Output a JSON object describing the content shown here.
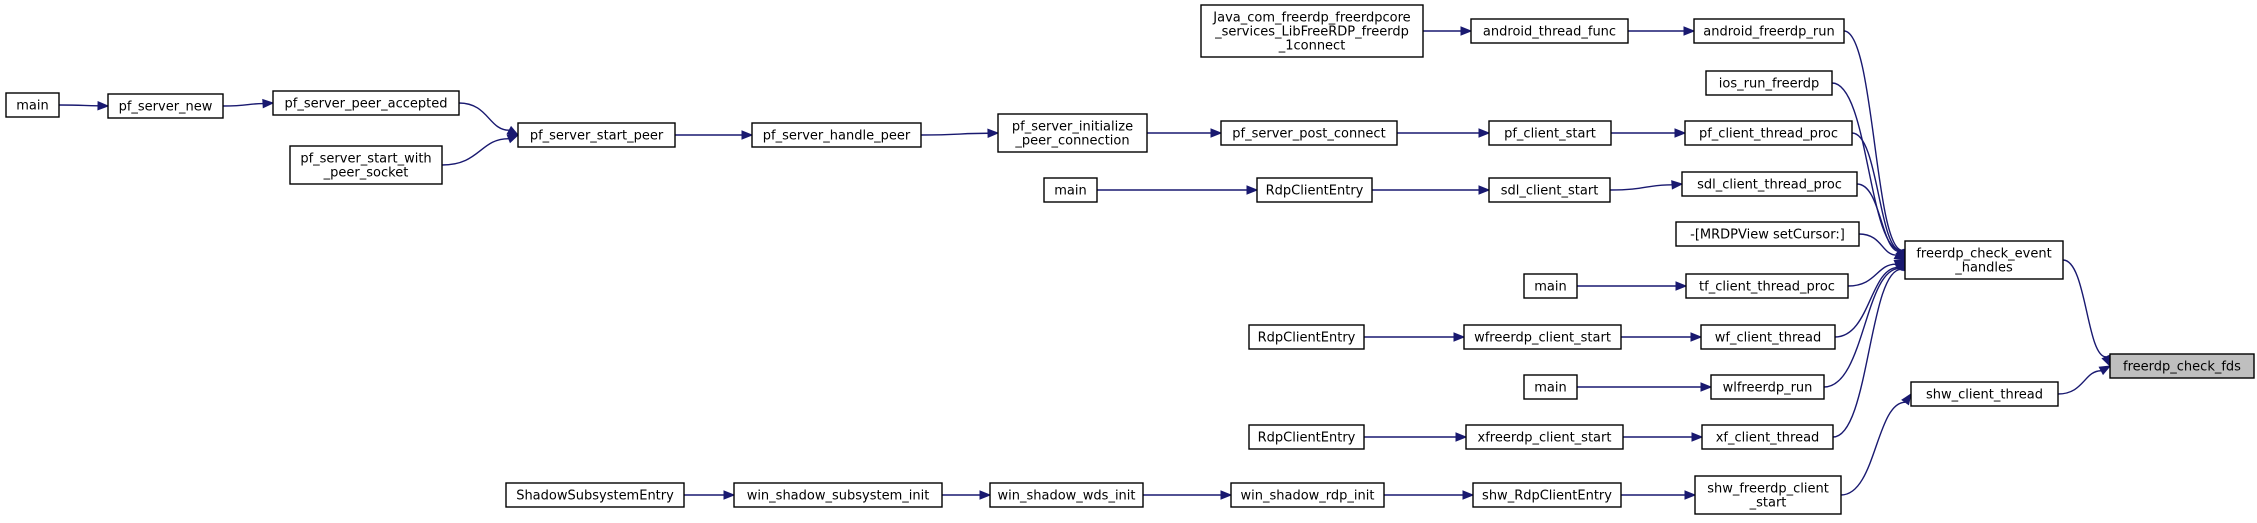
{
  "graph": {
    "title": "",
    "colors": {
      "edge": "#191970",
      "node_border": "#000000",
      "node_fill": "#ffffff",
      "root_fill": "#bfbfbf"
    },
    "nodes": [
      {
        "id": "n_check_fds",
        "label": [
          "freerdp_check_fds"
        ],
        "root": true
      },
      {
        "id": "n_check_event",
        "label": [
          "freerdp_check_event",
          "_handles"
        ]
      },
      {
        "id": "n_shw_client_thread",
        "label": [
          "shw_client_thread"
        ]
      },
      {
        "id": "n_android_run",
        "label": [
          "android_freerdp_run"
        ]
      },
      {
        "id": "n_ios_run",
        "label": [
          "ios_run_freerdp"
        ]
      },
      {
        "id": "n_pf_thread_proc",
        "label": [
          "pf_client_thread_proc"
        ]
      },
      {
        "id": "n_sdl_thread_proc",
        "label": [
          "sdl_client_thread_proc"
        ]
      },
      {
        "id": "n_mrdp_setcursor",
        "label": [
          "-[MRDPView setCursor:]"
        ]
      },
      {
        "id": "n_tf_thread_proc",
        "label": [
          "tf_client_thread_proc"
        ]
      },
      {
        "id": "n_wf_client_thread",
        "label": [
          "wf_client_thread"
        ]
      },
      {
        "id": "n_wlfreerdp_run",
        "label": [
          "wlfreerdp_run"
        ]
      },
      {
        "id": "n_xf_client_thread",
        "label": [
          "xf_client_thread"
        ]
      },
      {
        "id": "n_shw_freerdp_start",
        "label": [
          "shw_freerdp_client",
          "_start"
        ]
      },
      {
        "id": "n_android_thread_func",
        "label": [
          "android_thread_func"
        ]
      },
      {
        "id": "n_java_connect",
        "label": [
          "Java_com_freerdp_freerdpcore",
          "_services_LibFreeRDP_freerdp",
          "_1connect"
        ]
      },
      {
        "id": "n_pf_client_start",
        "label": [
          "pf_client_start"
        ]
      },
      {
        "id": "n_pf_post_connect",
        "label": [
          "pf_server_post_connect"
        ]
      },
      {
        "id": "n_pf_init_peer_conn",
        "label": [
          "pf_server_initialize",
          "_peer_connection"
        ]
      },
      {
        "id": "n_pf_handle_peer",
        "label": [
          "pf_server_handle_peer"
        ]
      },
      {
        "id": "n_pf_start_peer",
        "label": [
          "pf_server_start_peer"
        ]
      },
      {
        "id": "n_pf_peer_accepted",
        "label": [
          "pf_server_peer_accepted"
        ]
      },
      {
        "id": "n_pf_start_with_socket",
        "label": [
          "pf_server_start_with",
          "_peer_socket"
        ]
      },
      {
        "id": "n_pf_server_new",
        "label": [
          "pf_server_new"
        ]
      },
      {
        "id": "n_main_pf",
        "label": [
          "main"
        ]
      },
      {
        "id": "n_sdl_client_start",
        "label": [
          "sdl_client_start"
        ]
      },
      {
        "id": "n_rdp_entry_sdl",
        "label": [
          "RdpClientEntry"
        ]
      },
      {
        "id": "n_main_sdl",
        "label": [
          "main"
        ]
      },
      {
        "id": "n_main_tf",
        "label": [
          "main"
        ]
      },
      {
        "id": "n_wfreerdp_start",
        "label": [
          "wfreerdp_client_start"
        ]
      },
      {
        "id": "n_rdp_entry_wf",
        "label": [
          "RdpClientEntry"
        ]
      },
      {
        "id": "n_main_wl",
        "label": [
          "main"
        ]
      },
      {
        "id": "n_xfreerdp_start",
        "label": [
          "xfreerdp_client_start"
        ]
      },
      {
        "id": "n_rdp_entry_xf",
        "label": [
          "RdpClientEntry"
        ]
      },
      {
        "id": "n_shw_rdp_entry",
        "label": [
          "shw_RdpClientEntry"
        ]
      },
      {
        "id": "n_win_shadow_rdp_init",
        "label": [
          "win_shadow_rdp_init"
        ]
      },
      {
        "id": "n_win_shadow_wds_init",
        "label": [
          "win_shadow_wds_init"
        ]
      },
      {
        "id": "n_win_shadow_subsys_init",
        "label": [
          "win_shadow_subsystem_init"
        ]
      },
      {
        "id": "n_shadow_subsys_entry",
        "label": [
          "ShadowSubsystemEntry"
        ]
      }
    ],
    "edges": [
      {
        "from": "n_check_event",
        "to": "n_check_fds"
      },
      {
        "from": "n_shw_client_thread",
        "to": "n_check_fds"
      },
      {
        "from": "n_android_run",
        "to": "n_check_event"
      },
      {
        "from": "n_ios_run",
        "to": "n_check_event"
      },
      {
        "from": "n_pf_thread_proc",
        "to": "n_check_event"
      },
      {
        "from": "n_sdl_thread_proc",
        "to": "n_check_event"
      },
      {
        "from": "n_mrdp_setcursor",
        "to": "n_check_event"
      },
      {
        "from": "n_tf_thread_proc",
        "to": "n_check_event"
      },
      {
        "from": "n_wf_client_thread",
        "to": "n_check_event"
      },
      {
        "from": "n_wlfreerdp_run",
        "to": "n_check_event"
      },
      {
        "from": "n_xf_client_thread",
        "to": "n_check_event"
      },
      {
        "from": "n_shw_freerdp_start",
        "to": "n_shw_client_thread"
      },
      {
        "from": "n_android_thread_func",
        "to": "n_android_run"
      },
      {
        "from": "n_java_connect",
        "to": "n_android_thread_func"
      },
      {
        "from": "n_pf_client_start",
        "to": "n_pf_thread_proc"
      },
      {
        "from": "n_pf_post_connect",
        "to": "n_pf_client_start"
      },
      {
        "from": "n_pf_init_peer_conn",
        "to": "n_pf_post_connect"
      },
      {
        "from": "n_pf_handle_peer",
        "to": "n_pf_init_peer_conn"
      },
      {
        "from": "n_pf_start_peer",
        "to": "n_pf_handle_peer"
      },
      {
        "from": "n_pf_peer_accepted",
        "to": "n_pf_start_peer"
      },
      {
        "from": "n_pf_start_with_socket",
        "to": "n_pf_start_peer"
      },
      {
        "from": "n_pf_server_new",
        "to": "n_pf_peer_accepted"
      },
      {
        "from": "n_main_pf",
        "to": "n_pf_server_new"
      },
      {
        "from": "n_sdl_client_start",
        "to": "n_sdl_thread_proc"
      },
      {
        "from": "n_rdp_entry_sdl",
        "to": "n_sdl_client_start"
      },
      {
        "from": "n_main_sdl",
        "to": "n_rdp_entry_sdl"
      },
      {
        "from": "n_main_tf",
        "to": "n_tf_thread_proc"
      },
      {
        "from": "n_wfreerdp_start",
        "to": "n_wf_client_thread"
      },
      {
        "from": "n_rdp_entry_wf",
        "to": "n_wfreerdp_start"
      },
      {
        "from": "n_main_wl",
        "to": "n_wlfreerdp_run"
      },
      {
        "from": "n_xfreerdp_start",
        "to": "n_xf_client_thread"
      },
      {
        "from": "n_rdp_entry_xf",
        "to": "n_xfreerdp_start"
      },
      {
        "from": "n_shw_rdp_entry",
        "to": "n_shw_freerdp_start"
      },
      {
        "from": "n_win_shadow_rdp_init",
        "to": "n_shw_rdp_entry"
      },
      {
        "from": "n_win_shadow_wds_init",
        "to": "n_win_shadow_rdp_init"
      },
      {
        "from": "n_win_shadow_subsys_init",
        "to": "n_win_shadow_wds_init"
      },
      {
        "from": "n_shadow_subsys_entry",
        "to": "n_win_shadow_subsys_init"
      }
    ]
  }
}
